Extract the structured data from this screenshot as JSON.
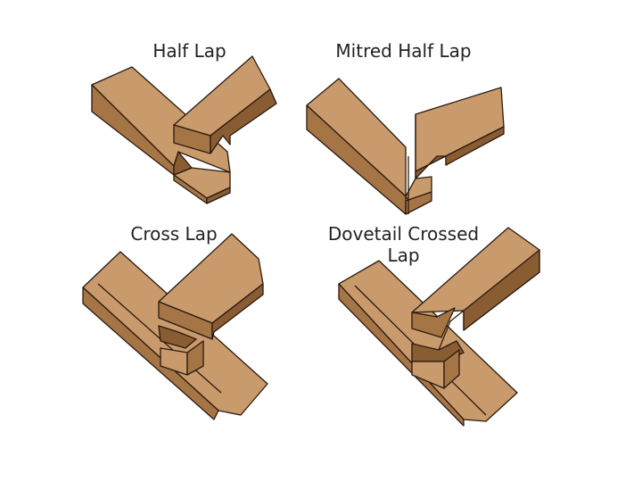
{
  "labels": {
    "half_lap": "Half Lap",
    "mitred_half_lap": "Mitred Half Lap",
    "cross_lap": "Cross Lap",
    "dovetail_crossed_lap_line1": "Dovetail Crossed",
    "dovetail_crossed_lap_line2": "Lap"
  },
  "colors": {
    "wood_top": "#c99b6c",
    "wood_side": "#a67545",
    "wood_dark": "#8a5c32",
    "outline": "#2a1a10",
    "text": "#222222",
    "background": "#ffffff"
  }
}
